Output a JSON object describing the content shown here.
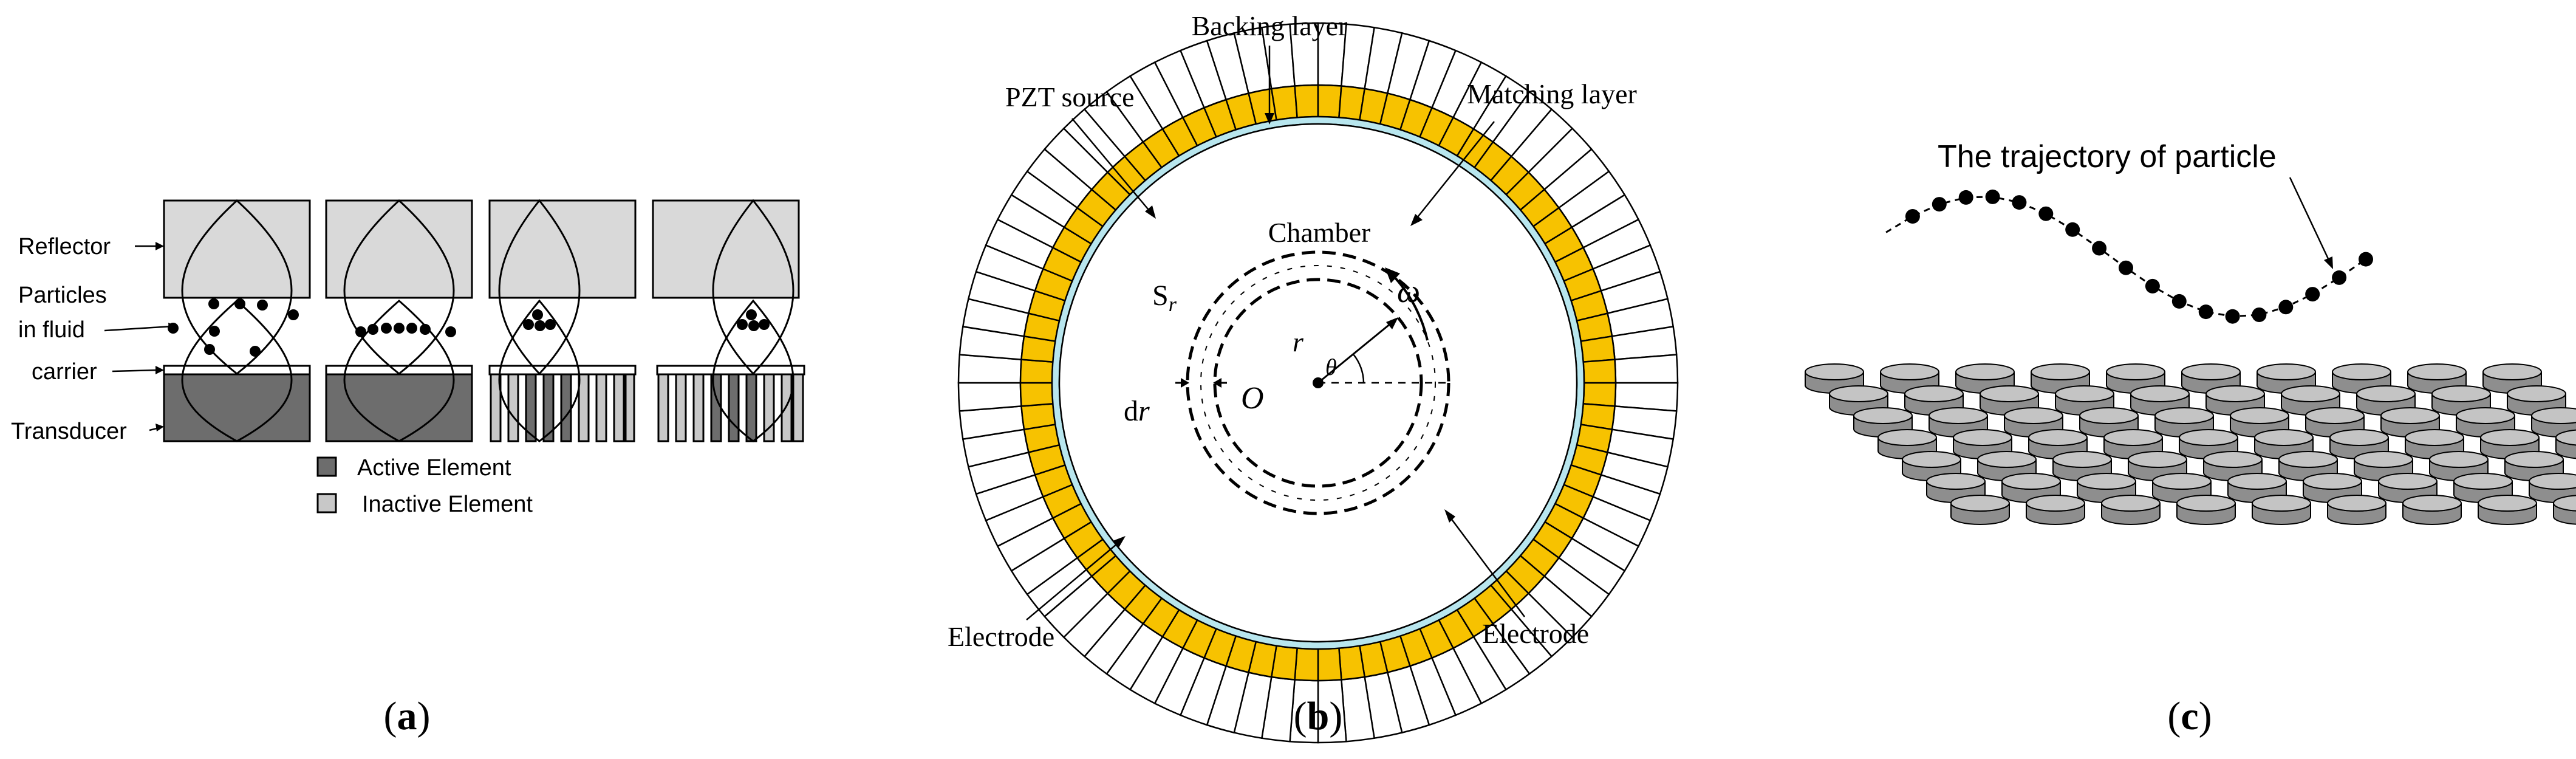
{
  "panel_a": {
    "labels": {
      "reflector": "Reflector",
      "particles_line1": "Particles",
      "particles_line2": "in fluid",
      "carrier": "carrier",
      "transducer": "Transducer"
    },
    "legend": {
      "active": "Active Element",
      "inactive": "Inactive Element"
    },
    "caption_open": "(",
    "caption_letter": "a",
    "caption_close": ")"
  },
  "panel_b": {
    "labels": {
      "backing_layer": "Backing layer",
      "matching_layer": "Matching layer",
      "pzt_source": "PZT source",
      "chamber": "Chamber",
      "sr_main": "S",
      "sr_sub": "r",
      "omega": "ω",
      "r": "r",
      "theta": "θ",
      "origin": "O",
      "dr_d": "d",
      "dr_r": "r",
      "electrode_left": "Electrode",
      "electrode_right": "Electrode"
    },
    "caption_open": "(",
    "caption_letter": "b",
    "caption_close": ")"
  },
  "panel_c": {
    "labels": {
      "trajectory": "The trajectory of particle"
    },
    "caption_open": "(",
    "caption_letter": "c",
    "caption_close": ")"
  },
  "colors": {
    "active_element": "#6d6d6d",
    "inactive_element": "#c8c8c8",
    "reflector": "#d9d9d9",
    "pzt": "#f7c200",
    "matching": "#b8e6ee",
    "disk_top": "#c4c4c4",
    "disk_side": "#8e8e8e"
  }
}
